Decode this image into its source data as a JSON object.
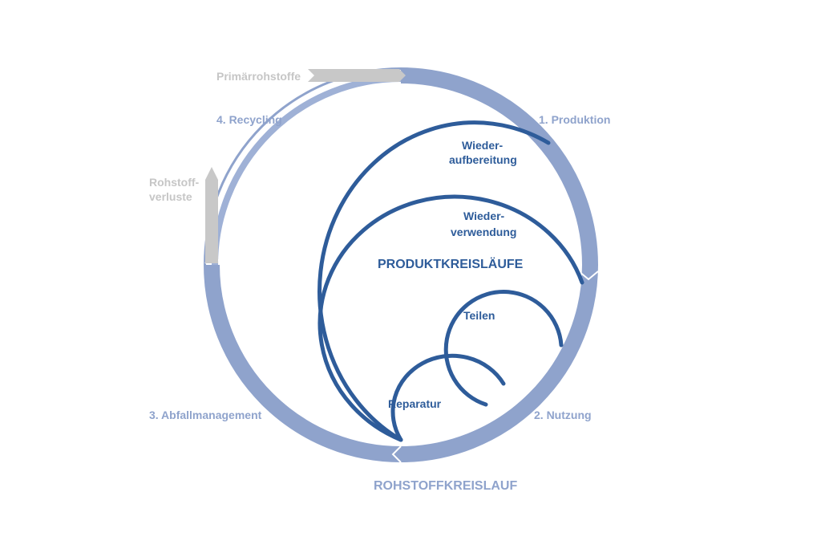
{
  "colors": {
    "outer_ring": "#8fa3cc",
    "outer_ring_light": "#9fb1d6",
    "inner_loops": "#2e5c9a",
    "gray_flow": "#c8c8c8"
  },
  "labels": {
    "primary": "Primärrohstoffe",
    "losses_line1": "Rohstoff-",
    "losses_line2": "verluste",
    "production": "1. Produktion",
    "usage": "2. Nutzung",
    "waste": "3. Abfallmanagement",
    "recycling": "4. Recycling",
    "remanufacture_line1": "Wieder-",
    "remanufacture_line2": "aufbereitung",
    "reuse_line1": "Wieder-",
    "reuse_line2": "verwendung",
    "product_cycles": "PRODUKTKREISLÄUFE",
    "sharing": "Teilen",
    "repair": "Reparatur",
    "raw_material_cycle": "ROHSTOFFKREISLAUF"
  }
}
